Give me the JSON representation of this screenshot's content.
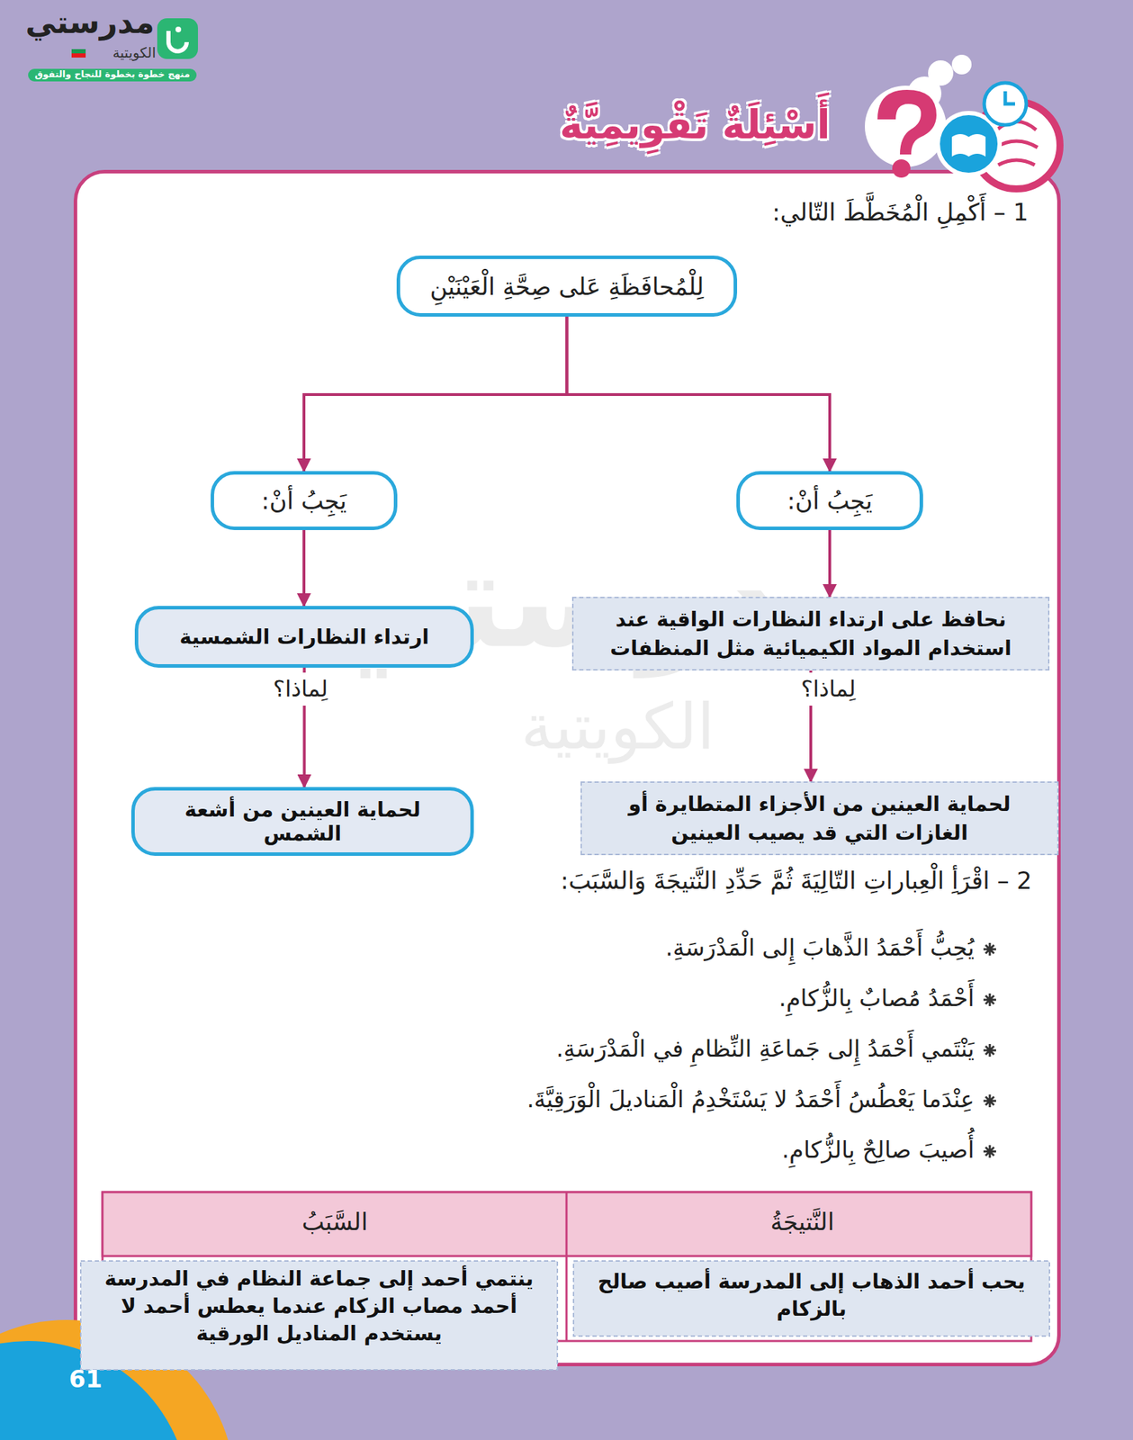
{
  "diagram": {
    "title": "أَسْئِلَةٌ تَقْوِيمِيَّةٌ",
    "nodes": [
      {
        "text": [
          "لِلْمُحافَظَةِ عَلى صِحَّةِ الْعَيْنَيْنِ"
        ]
      },
      {
        "text": [
          "يَجِبُ أنْ:"
        ]
      },
      {
        "text": [
          "يَجِبُ أنْ:"
        ]
      },
      {
        "text": [
          "نحافظ على ارتداء النظارات الواقية عند استخدام المواد الكيميائية مثل المنظفات"
        ]
      },
      {
        "text": [
          "ارتداء النظارات الشمسية"
        ]
      },
      {
        "text": [
          "لحماية العينين من الأجزاء المتطايرة أو الغازات التي قد يصيب العينين"
        ]
      },
      {
        "text": [
          "لحماية العينين من أشعة الشمس"
        ]
      }
    ],
    "edges": [
      {
        "from": 0,
        "to": 1,
        "arrow": "to"
      },
      {
        "from": 0,
        "to": 2,
        "arrow": "to"
      },
      {
        "from": 1,
        "to": 3,
        "arrow": "to"
      },
      {
        "from": 2,
        "to": 4,
        "arrow": "to"
      },
      {
        "from": 3,
        "to": 5,
        "arrow": "to"
      },
      {
        "from": 4,
        "to": 6,
        "arrow": "to"
      }
    ],
    "labels": [
      "مدرستي",
      "الكويتية",
      "منهج خطوة بخطوة للنجاح والتفوق",
      "1 – أَكْمِلِ الْمُخَطَّطَ التّالي:",
      "لِماذا؟",
      "لِماذا؟",
      "2 – اقْرَأِ الْعِباراتِ التّالِيَةَ ثُمَّ حَدِّدِ النَّتيجَةَ وَالسَّبَبَ:",
      "يُحِبُّ أَحْمَدُ الذَّهابَ إِلى الْمَدْرَسَةِ.",
      "أَحْمَدُ مُصابٌ بِالزُّكامِ.",
      "يَنْتَمي أَحْمَدُ إِلى جَماعَةِ النِّظامِ في الْمَدْرَسَةِ.",
      "عِنْدَما يَعْطُسُ أَحْمَدُ لا يَسْتَخْدِمُ الْمَناديلَ الْوَرَقِيَّةَ.",
      "أُصيبَ صالِحٌ بِالزُّكامِ.",
      "النَّتيجَةُ",
      "السَّبَبُ",
      "يحب أحمد الذهاب إلى المدرسة أصيب صالح بالزكام",
      "ينتمي أحمد إلى جماعة النظام في المدرسة أحمد مصاب الزكام عندما يعطس أحمد لا يستخدم المناديل الورقية",
      "61",
      "مدرستي",
      "الكويتية"
    ]
  }
}
